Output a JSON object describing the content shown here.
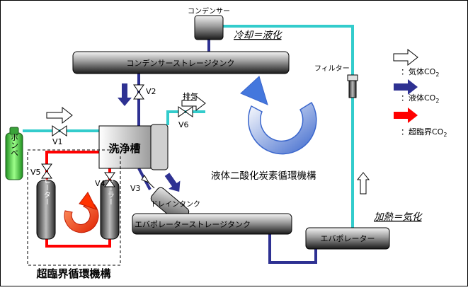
{
  "title": "液体二酸化炭素循環機構",
  "supercritical_title": "超臨界循環機構",
  "process_cool": "冷却＝液化",
  "process_heat": "加熱＝気化",
  "components": {
    "condenser": "コンデンサー",
    "condenser_tank": "コンデンサーストレージタンク",
    "filter": "フィルター",
    "wash_tank": "洗浄槽",
    "drain_tank": "ドレインタンク",
    "evap_tank": "エバポレーターストレージタンク",
    "evaporator": "エバポレーター",
    "cylinder": "ボンベ",
    "heater": "ヒーター",
    "cooler": "クーラー",
    "exhaust": "排気"
  },
  "valves": {
    "v1": "V1",
    "v2": "V2",
    "v3": "V3",
    "v4": "V4",
    "v5": "V5",
    "v6": "V6"
  },
  "legend": {
    "gas": "：気体CO",
    "liquid": "：液体CO",
    "supercritical": "：超臨界CO",
    "sub": "2"
  },
  "colors": {
    "gas_line": "#33cccc",
    "liquid_line": "#2e3192",
    "supercritical_line": "#ff0000",
    "cycle_arrow_blue": "#4477dd",
    "cycle_arrow_red": "#ff3300"
  }
}
